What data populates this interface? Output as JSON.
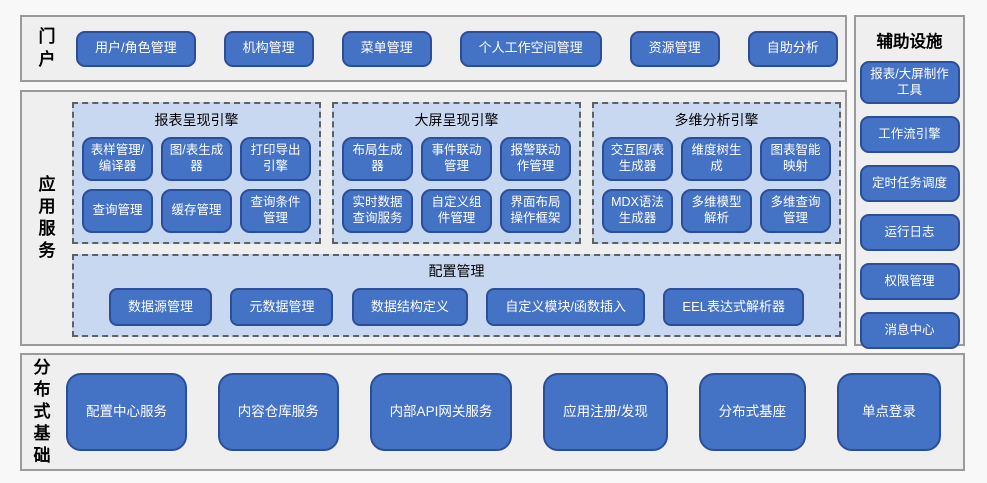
{
  "sections": {
    "portal": {
      "label": "门户",
      "buttons": [
        "用户/角色管理",
        "机构管理",
        "菜单管理",
        "个人工作空间管理",
        "资源管理",
        "自助分析"
      ]
    },
    "app_services": {
      "label": "应用服务",
      "engines": [
        {
          "title": "报表呈现引擎",
          "modules": [
            "表样管理/编译器",
            "图/表生成器",
            "打印导出引擎",
            "查询管理",
            "缓存管理",
            "查询条件管理"
          ]
        },
        {
          "title": "大屏呈现引擎",
          "modules": [
            "布局生成器",
            "事件联动管理",
            "报警联动作管理",
            "实时数据查询服务",
            "自定义组件管理",
            "界面布局操作框架"
          ]
        },
        {
          "title": "多维分析引擎",
          "modules": [
            "交互图/表生成器",
            "维度树生成",
            "图表智能映射",
            "MDX语法生成器",
            "多维模型解析",
            "多维查询管理"
          ]
        }
      ],
      "config": {
        "title": "配置管理",
        "modules": [
          "数据源管理",
          "元数据管理",
          "数据结构定义",
          "自定义模块/函数插入",
          "EEL表达式解析器"
        ]
      }
    },
    "auxiliary": {
      "label": "辅助设施",
      "buttons": [
        "报表/大屏制作工具",
        "工作流引擎",
        "定时任务调度",
        "运行日志",
        "权限管理",
        "消息中心"
      ]
    },
    "distributed": {
      "label": "分布式基础",
      "buttons": [
        "配置中心服务",
        "内容仓库服务",
        "内部API网关服务",
        "应用注册/发现",
        "分布式基座",
        "单点登录"
      ]
    }
  },
  "colors": {
    "node_fill": "#4472c4",
    "node_border": "#2c4e9a",
    "node_text": "#ffffff",
    "group_bg": "#c9d8f1",
    "group_border": "#606060",
    "panel_bg": "#efefef",
    "panel_border": "#9a9a9a"
  }
}
